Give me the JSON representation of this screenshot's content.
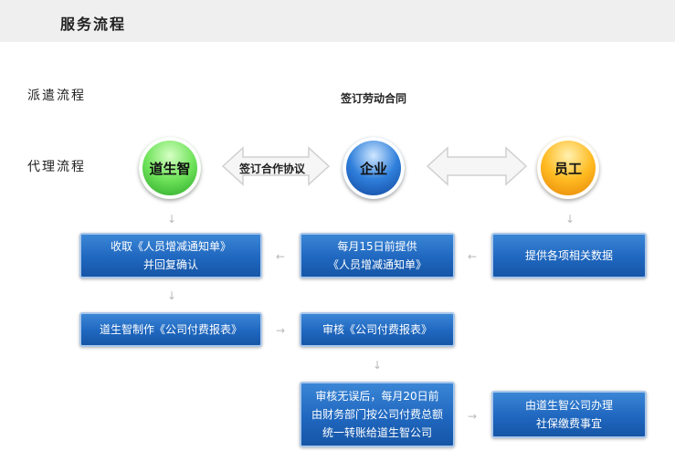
{
  "header": {
    "title": "服务流程"
  },
  "labels": {
    "dispatch": "派遣流程",
    "agency": "代理流程"
  },
  "captions": {
    "labor_contract": "签订劳动合同",
    "cooperation": "签订合作协议"
  },
  "nodes": {
    "daoshengzhi": "道生智",
    "enterprise": "企业",
    "employee": "员工"
  },
  "boxes": {
    "receive": [
      "收取《人员增减通知单》",
      "并回复确认"
    ],
    "monthly": [
      "每月15日前提供",
      "《人员增减通知单》"
    ],
    "provide": [
      "提供各项相关数据"
    ],
    "make_report": [
      "道生智制作《公司付费报表》"
    ],
    "review": [
      "审核《公司付费报表》"
    ],
    "pay": [
      "审核无误后，每月20日前",
      "由财务部门按公司付费总额",
      "统一转账给道生智公司"
    ],
    "social": [
      "由道生智公司办理",
      "社保缴费事宜"
    ]
  },
  "colors": {
    "box_blue": "#1f67bf",
    "green": "#3cc63a",
    "blue": "#1f5fc0",
    "orange": "#f59a00"
  }
}
